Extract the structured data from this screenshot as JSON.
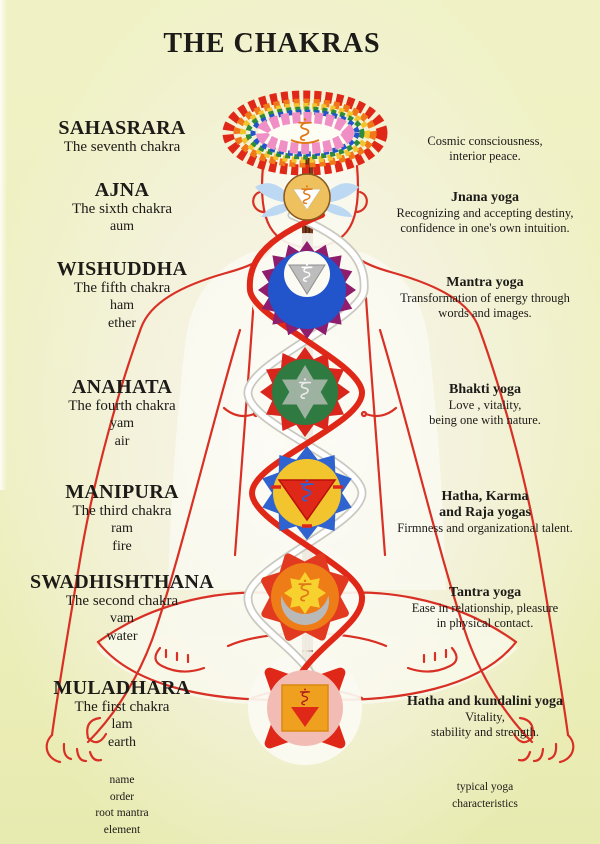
{
  "title": "THE CHAKRAS",
  "chakras": [
    {
      "name": "SAHASRARA",
      "subtitle": "The seventh chakra",
      "yoga_lines": [],
      "desc_lines": [
        "Cosmic consciousness,",
        "interior peace."
      ],
      "petals": "#e02818",
      "center": "#fdfdf4"
    },
    {
      "name": "AJNA",
      "subtitle": "The sixth chakra",
      "mantra": "aum",
      "yoga_lines": [
        "Jnana yoga"
      ],
      "desc_lines": [
        "Recognizing and accepting destiny,",
        "confidence in one's own intuition."
      ],
      "petals": "#bcd8f2",
      "center": "#eec05e"
    },
    {
      "name": "WISHUDDHA",
      "subtitle": "The fifth chakra",
      "mantra": "ham",
      "element": "ether",
      "yoga_lines": [
        "Mantra yoga"
      ],
      "desc_lines": [
        "Transformation of energy through",
        "words and images."
      ],
      "petals": "#8e1d6e",
      "center": "#2255cc"
    },
    {
      "name": "ANAHATA",
      "subtitle": "The fourth chakra",
      "mantra": "yam",
      "element": "air",
      "yoga_lines": [
        "Bhakti yoga"
      ],
      "desc_lines": [
        "Love , vitality,",
        "being one with nature."
      ],
      "petals": "#d9261c",
      "center": "#2e7a41"
    },
    {
      "name": "MANIPURA",
      "subtitle": "The third chakra",
      "mantra": "ram",
      "element": "fire",
      "yoga_lines": [
        "Hatha, Karma",
        "and Raja yogas"
      ],
      "desc_lines": [
        "Firmness and organizational talent."
      ],
      "petals": "#2f63d0",
      "center": "#f2c52e"
    },
    {
      "name": "SWADHISHTHANA",
      "subtitle": "The second chakra",
      "mantra": "vam",
      "element": "water",
      "yoga_lines": [
        "Tantra yoga"
      ],
      "desc_lines": [
        "Ease in relationship, pleasure",
        "in physical contact."
      ],
      "petals": "#e23a20",
      "center": "#ef7d17"
    },
    {
      "name": "MULADHARA",
      "subtitle": "The first chakra",
      "mantra": "lam",
      "element": "earth",
      "yoga_lines": [
        "Hatha and kundalini yoga"
      ],
      "desc_lines": [
        "Vitality,",
        "stability and strength."
      ],
      "petals": "#e02818",
      "center": "#f2bcb4"
    }
  ],
  "legend_left_lines": [
    "name",
    "order",
    "root mantra",
    "element"
  ],
  "legend_right_lines": [
    "typical yoga",
    "characteristics"
  ],
  "colors": {
    "background": "#eef0bf",
    "figure_outline": "#d93025",
    "text": "#1c1b18",
    "channel": "#7b3b1e",
    "nadi_red": "#e02818",
    "nadi_white": "#ffffff"
  }
}
